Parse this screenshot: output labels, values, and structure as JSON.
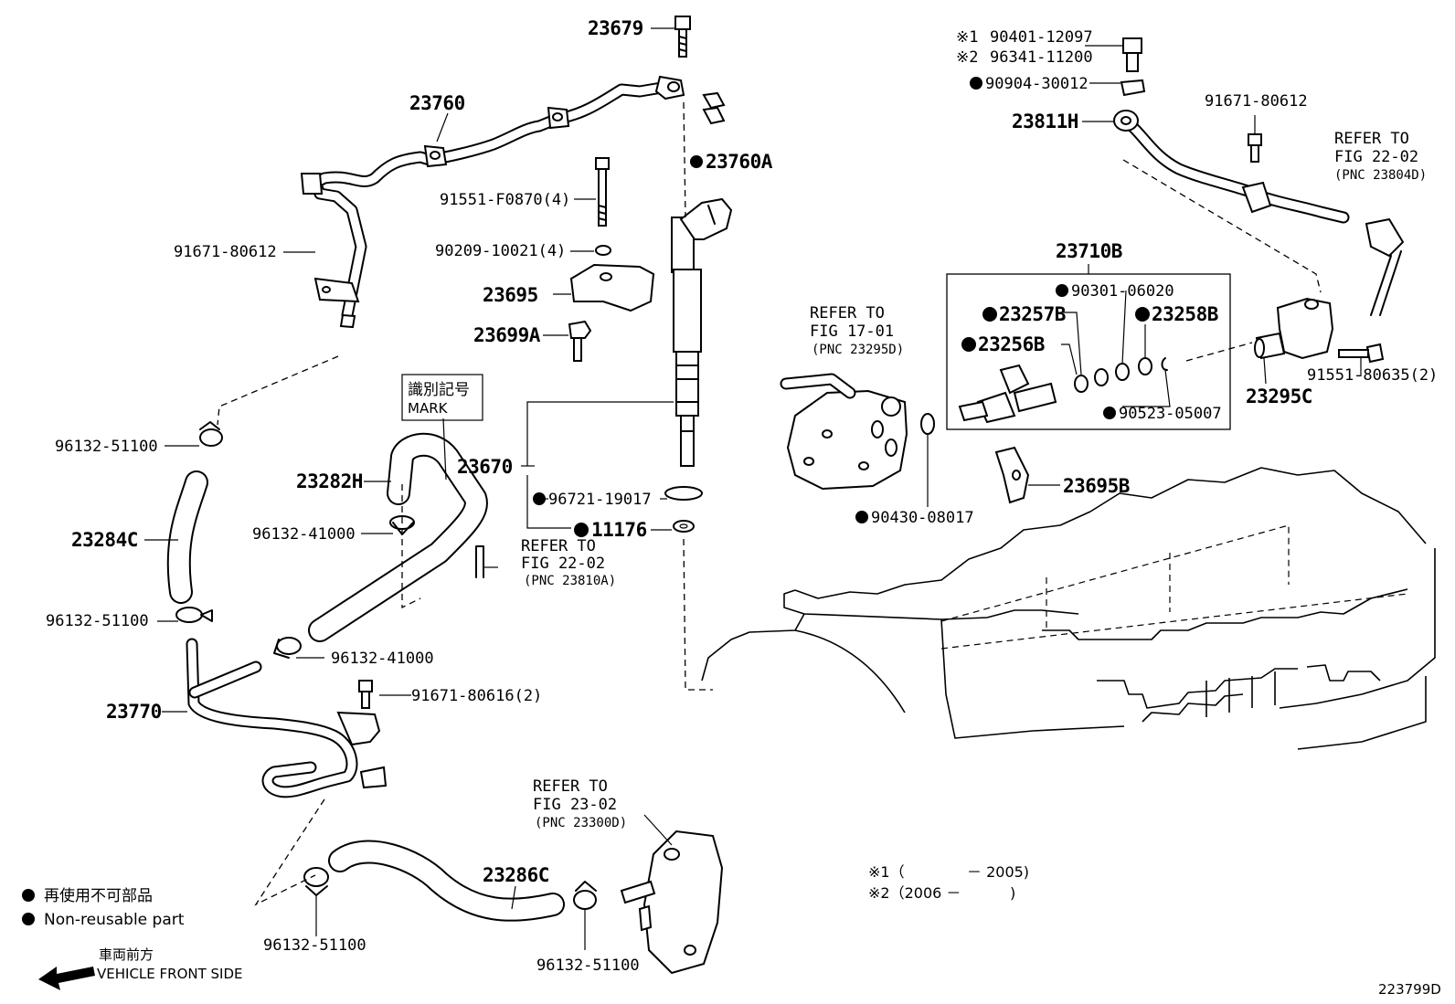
{
  "diagram_code": "223799D",
  "part_numbers": {
    "p23679": "23679",
    "p23760": "23760",
    "p23760A": "23760A",
    "p91551_F0870": "91551-F0870(4)",
    "p90209_10021": "90209-10021(4)",
    "p91671_80612_left": "91671-80612",
    "p23695": "23695",
    "p23699A": "23699A",
    "p96132_51100_a": "96132-51100",
    "p23284C": "23284C",
    "p96132_51100_b": "96132-51100",
    "p23282H": "23282H",
    "p96132_41000_a": "96132-41000",
    "p96132_41000_b": "96132-41000",
    "p23670": "23670",
    "p96721_19017": "96721-19017",
    "p11176": "11176",
    "p23770": "23770",
    "p91671_80616": "91671-80616(2)",
    "p23286C": "23286C",
    "p96132_51100_c": "96132-51100",
    "p96132_51100_d": "96132-51100",
    "p90401_12097": "90401-12097",
    "p96341_11200": "96341-11200",
    "p90904_30012": "90904-30012",
    "p23811H": "23811H",
    "p91671_80612_right": "91671-80612",
    "p23710B": "23710B",
    "p90301_06020": "90301-06020",
    "p23257B": "23257B",
    "p23258B": "23258B",
    "p23256B": "23256B",
    "p90523_05007": "90523-05007",
    "p23295C": "23295C",
    "p91551_80635": "91551-80635(2)",
    "p23695B": "23695B",
    "p90430_08017": "90430-08017"
  },
  "refs": {
    "mark_jp": "識別記号",
    "mark_en": "MARK",
    "ref_to": "REFER TO",
    "fig_22_02_a": "FIG 22-02",
    "pnc_23804D": "(PNC 23804D)",
    "fig_17_01": "FIG 17-01",
    "pnc_23295D": "(PNC 23295D)",
    "fig_22_02_b": "FIG 22-02",
    "pnc_23810A": "(PNC 23810A)",
    "fig_23_02": "FIG 23-02",
    "pnc_23300D": "(PNC 23300D)"
  },
  "notes": {
    "mark1": "※1",
    "mark2": "※2",
    "range1_open": "※1（",
    "range1_end": "－ 2005)",
    "range2_open": "※2（2006 －",
    "range2_end": ")"
  },
  "legend": {
    "jp": "再使用不可部品",
    "en": "Non-reusable part",
    "front_jp": "車両前方",
    "front_en": "VEHICLE FRONT SIDE"
  }
}
